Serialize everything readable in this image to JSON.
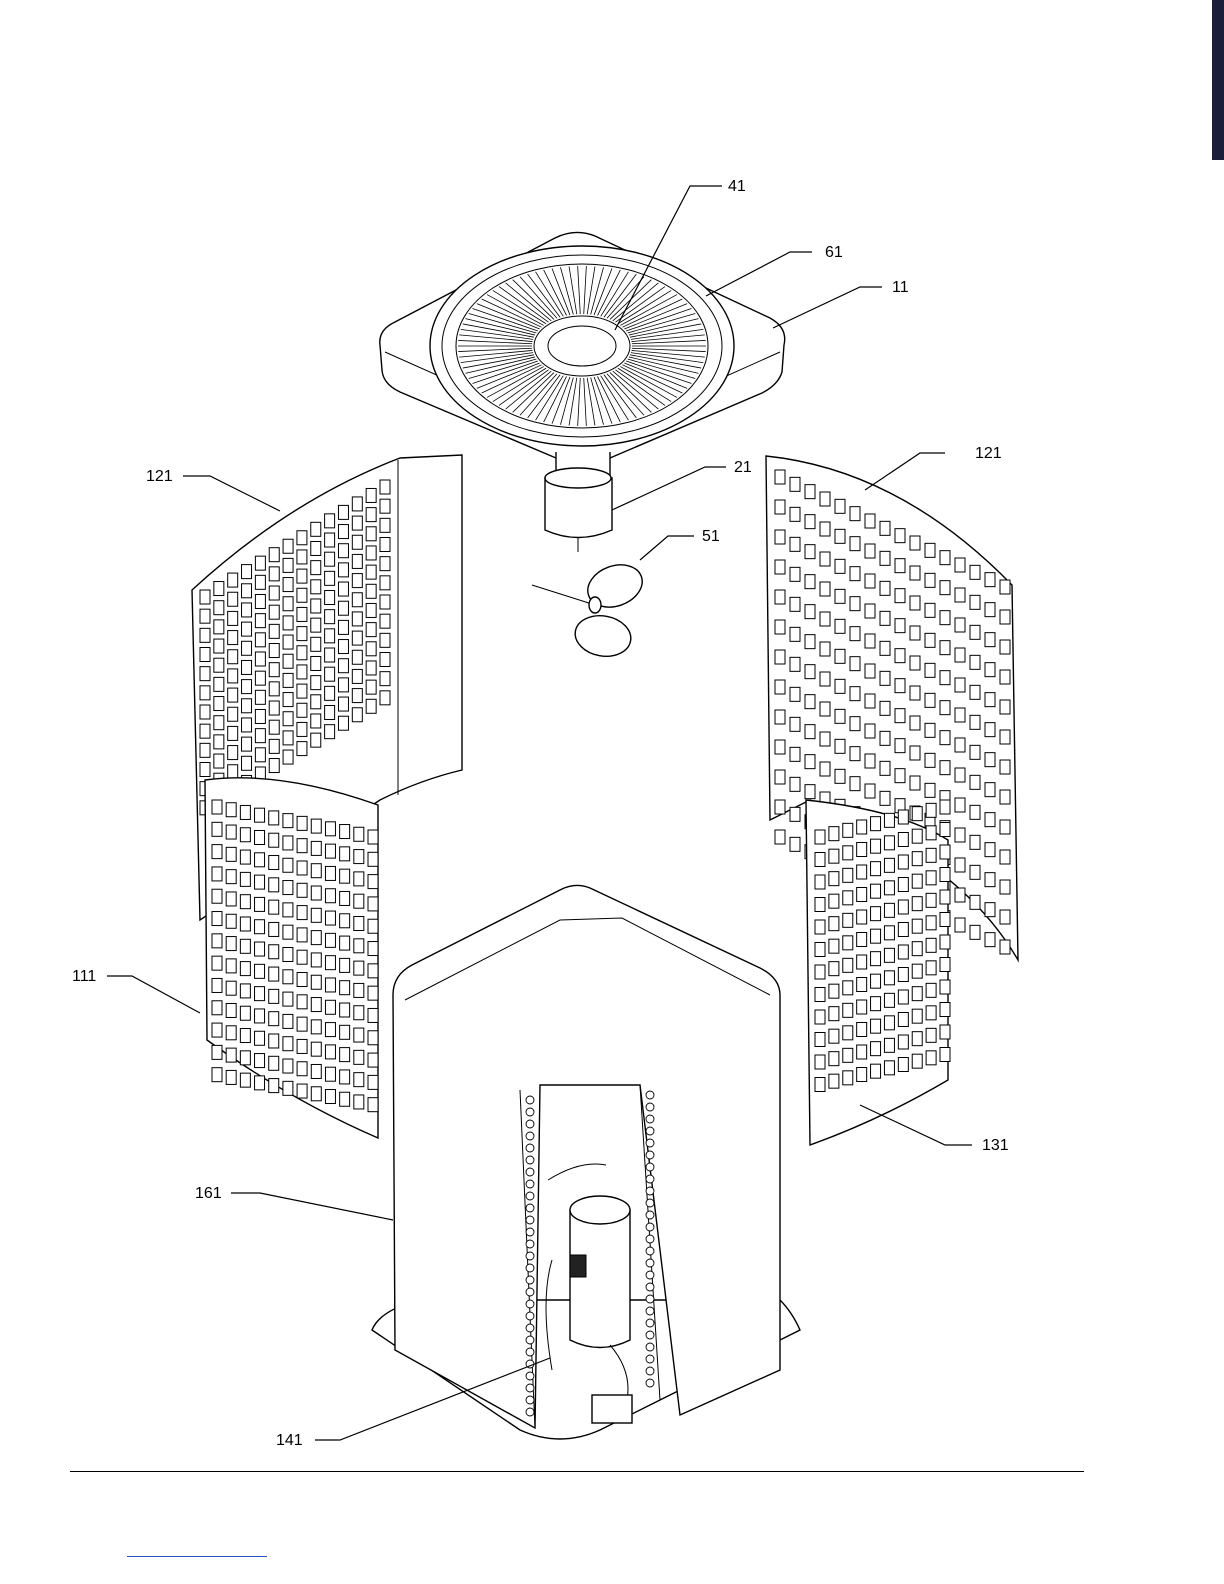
{
  "callouts": {
    "c41": "41",
    "c61": "61",
    "c11": "11",
    "c121_left": "121",
    "c121_right": "121",
    "c21": "21",
    "c51": "51",
    "c111": "111",
    "c131": "131",
    "c161": "161",
    "c141": "141"
  },
  "parts": [
    {
      "ref": "11",
      "name": "top-panel"
    },
    {
      "ref": "21",
      "name": "fan-motor"
    },
    {
      "ref": "41",
      "name": "fan-guard-hardware"
    },
    {
      "ref": "51",
      "name": "fan-blade"
    },
    {
      "ref": "61",
      "name": "fan-guard"
    },
    {
      "ref": "111",
      "name": "louver-panel-left-lower"
    },
    {
      "ref": "121",
      "name": "louver-panel-upper"
    },
    {
      "ref": "131",
      "name": "louver-panel-right-lower"
    },
    {
      "ref": "141",
      "name": "compressor-assembly"
    },
    {
      "ref": "161",
      "name": "cabinet-coil"
    }
  ],
  "colors": {
    "ink": "#000000",
    "edge_bar": "#1b1f3a",
    "link_rule": "#2a52be"
  }
}
